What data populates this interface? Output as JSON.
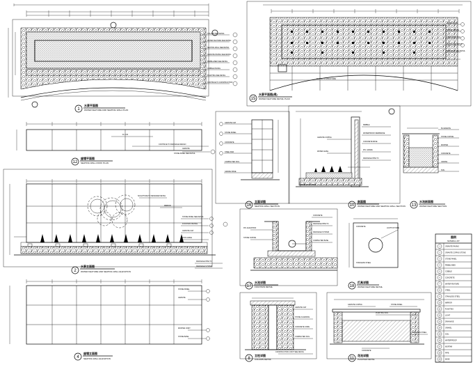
{
  "drawings": {
    "d1": {
      "num": "1",
      "title": "水景平面图",
      "subtitle": "WATER FEATURE AND SEATING WALL PLAN",
      "notes": [
        "COLUMN SEE DETAIL",
        "WATER FEATURE SEE DETAIL",
        "SEATING WALL SEE DETAIL",
        "GRANITE PAVING SEE DETAIL",
        "PEBBLE BED SEE DETAIL",
        "COBBLE PAVING",
        "PLANTING SEE DETAIL",
        "CONTINUE TO CONSTRUCTION"
      ]
    },
    "d15": {
      "num": "15",
      "title": "水景平面图(续)",
      "subtitle": "WATER FEATURE DETAIL PLAN",
      "notes": [
        "WATER BASIN",
        "STONE COPING",
        "CONCRETE WALL",
        "PAVING SEE DETAIL",
        "DRAINAGE SEE DETAIL",
        "PAVING TO STRUCTURE"
      ]
    },
    "d12": {
      "num": "12",
      "title": "座墙平面图",
      "subtitle": "SEATING WALL ROOF PLAN",
      "notes": [
        "FL 0.00",
        "CONTINUE TO DRAINAGE DESIGN",
        "GRANITE",
        "STONE PANEL SEE DETAIL"
      ]
    },
    "d16": {
      "num": "16",
      "title": "立面详图",
      "subtitle": "SEATING WALL SECTION",
      "notes": [
        "GRANITE CAP",
        "STONE PANEL",
        "CONCRETE",
        "STEEL BAR",
        "COMPACTED SOIL",
        "GRAVEL BASE"
      ]
    },
    "d10": {
      "num": "10",
      "title": "剖面图",
      "subtitle": "WATER FEATURE AND SEATING WALL SECTION",
      "notes": [
        "GRANITE COPING",
        "WATER LEVEL",
        "PEBBLE",
        "WATERPROOF MEMBRANE",
        "CONCRETE BASE",
        "FIN. GRADE",
        "DRAINAGE PIPE TO",
        "DRAINAGE SYSTEM"
      ]
    },
    "d13": {
      "num": "13",
      "title": "水池剖面图",
      "subtitle": "WATER FEATURE SECTION",
      "notes": [
        "50 GRANITE",
        "STONE COPING",
        "MORTAR",
        "CONCRETE",
        "GRAVEL",
        "SOIL"
      ]
    },
    "d2": {
      "num": "2",
      "title": "水景立面图",
      "subtitle": "WATER FEATURE AND SEATING WALL ELEVATION",
      "notes": [
        "SCULPTURE TO DESIGNER DETAIL",
        "MIRROR",
        "STONE PANEL SEE DETAIL",
        "FOUNTAIN NOZZLE",
        "GRANITE CAP",
        "POOL EDGE",
        "DRAINAGE PIPE TO",
        "DRAINAGE SYSTEM"
      ]
    },
    "d17": {
      "num": "17",
      "title": "水池详图",
      "subtitle": "FOUNTAIN DETAIL",
      "notes": [
        "FIN. ELEVATION",
        "STONE COPING",
        "CONCRETE",
        "DRAINAGE PIPE TO",
        "DRAINAGE SYSTEM",
        "COMPACTED BASE"
      ]
    },
    "d18": {
      "num": "18",
      "title": "灯具详图",
      "subtitle": "WATER FEATURE DETAIL",
      "notes": [
        "LIGHT FIXTURE",
        "STAINLESS STEEL",
        "CONCRETE"
      ]
    },
    "d4": {
      "num": "4",
      "title": "座墙立面图",
      "subtitle": "SEATING WALL ELEVATION",
      "notes": [
        "STONE PANEL",
        "GRANITE",
        "MORTAR JOINT",
        "STONE BASE"
      ]
    },
    "d8": {
      "num": "8",
      "title": "立柱详图",
      "subtitle": "COLUMN DETAIL",
      "notes": [
        "GRANITE CAP",
        "STONE CLADDING",
        "CONCRETE CORE",
        "COMPACTED SOIL",
        "CONSTRUCTION JOINT SEE DETAIL"
      ]
    },
    "d11": {
      "num": "11",
      "title": "花池详图",
      "subtitle": "PLANTER DETAIL",
      "notes": [
        "GRANITE COPING",
        "STONE PANEL",
        "PLANTING SOIL",
        "CONCRETE",
        "STAINLESS STEEL"
      ]
    }
  },
  "legend": {
    "title": "图例",
    "subtitle": "MATERIAL LIST",
    "entries": [
      {
        "code": "1",
        "label": "GRANITE PAVING"
      },
      {
        "code": "2",
        "label": "GRANITE COPING STONE"
      },
      {
        "code": "3",
        "label": "STONE PANEL"
      },
      {
        "code": "4",
        "label": "PEBBLE BED"
      },
      {
        "code": "5",
        "label": "COBBLE"
      },
      {
        "code": "6",
        "label": "CONCRETE"
      },
      {
        "code": "7",
        "label": "WATER FEATURE"
      },
      {
        "code": "8",
        "label": "STEEL"
      },
      {
        "code": "9",
        "label": "STAINLESS STEEL"
      },
      {
        "code": "10",
        "label": "MIRROR"
      },
      {
        "code": "11",
        "label": "PLANTING"
      },
      {
        "code": "12",
        "label": "LIGHT"
      },
      {
        "code": "13",
        "label": "DRAINAGE"
      },
      {
        "code": "14",
        "label": "GRAVEL"
      },
      {
        "code": "15",
        "label": "SOIL"
      },
      {
        "code": "16",
        "label": "WATERPROOF"
      },
      {
        "code": "17",
        "label": "MORTAR"
      },
      {
        "code": "18",
        "label": "PIPE"
      },
      {
        "code": "19",
        "label": "BASE"
      }
    ]
  }
}
